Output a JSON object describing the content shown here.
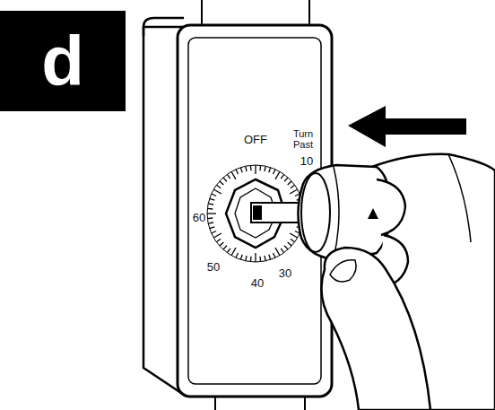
{
  "diagram": {
    "nodes": [
      {
        "text": [
          "d"
        ]
      }
    ],
    "labels": [
      "OFF",
      "Turn Past",
      "10",
      "60",
      "50",
      "40",
      "30"
    ]
  }
}
